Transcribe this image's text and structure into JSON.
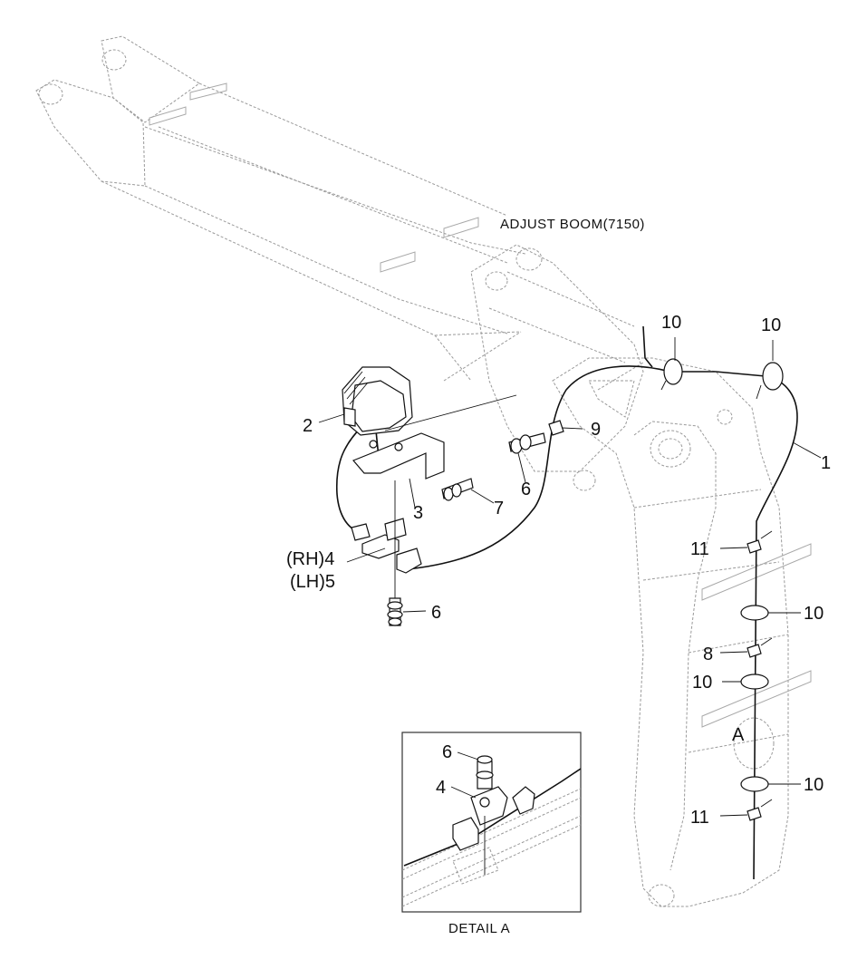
{
  "captions": {
    "adjust_boom": "ADJUST BOOM(7150)",
    "detail_a": "DETAIL  A",
    "detail_marker": "A"
  },
  "callouts": {
    "p1": "1",
    "p2": "2",
    "p3": "3",
    "p4_rh": "(RH)4",
    "p5_lh": "(LH)5",
    "p6_a": "6",
    "p6_b": "6",
    "p7": "7",
    "p8": "8",
    "p9": "9",
    "p10_a": "10",
    "p10_b": "10",
    "p10_c": "10",
    "p10_d": "10",
    "p10_e": "10",
    "p11_a": "11",
    "p11_b": "11",
    "detail_p6": "6",
    "detail_p4": "4"
  }
}
